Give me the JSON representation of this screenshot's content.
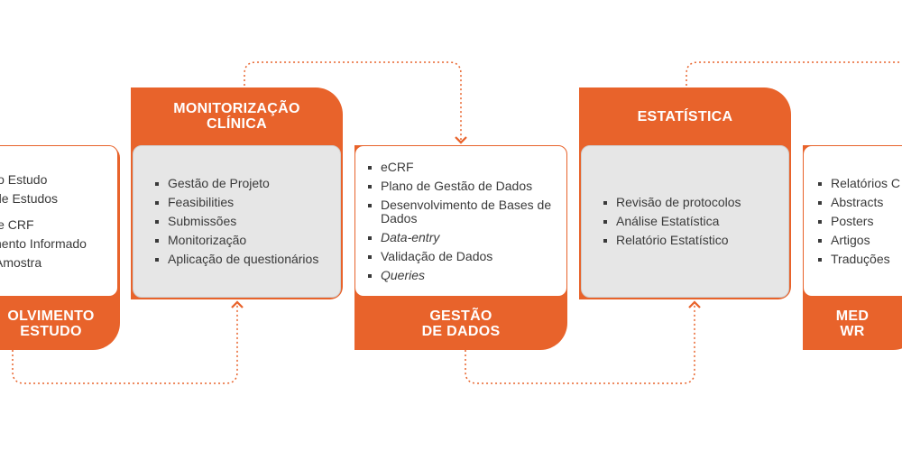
{
  "stages": [
    {
      "id": "desenvolvimento",
      "title_lines": [
        "OLVIMENTO",
        "ESTUDO"
      ],
      "items": [
        {
          "text": "lo Estudo",
          "italic": false
        },
        {
          "text": "de Estudos",
          "italic": false
        },
        {
          "text": "le CRF",
          "italic": false
        },
        {
          "text": "nento Informado",
          "italic": false
        },
        {
          "text": "Amostra",
          "italic": false
        }
      ]
    },
    {
      "id": "monitorizacao",
      "title_lines": [
        "MONITORIZAÇÃO",
        "CLÍNICA"
      ],
      "items": [
        {
          "text": "Gestão de Projeto",
          "italic": false
        },
        {
          "text": "Feasibilities",
          "italic": false
        },
        {
          "text": "Submissões",
          "italic": false
        },
        {
          "text": "Monitorização",
          "italic": false
        },
        {
          "text": "Aplicação de questionários",
          "italic": false
        }
      ]
    },
    {
      "id": "gestao",
      "title_lines": [
        "GESTÃO",
        "DE DADOS"
      ],
      "items": [
        {
          "text": "eCRF",
          "italic": false
        },
        {
          "text": "Plano de Gestão de Dados",
          "italic": false
        },
        {
          "text": "Desenvolvimento de Bases de Dados",
          "italic": false
        },
        {
          "text": "Data-entry",
          "italic": true
        },
        {
          "text": "Validação de Dados",
          "italic": false
        },
        {
          "text": "Queries",
          "italic": true
        }
      ]
    },
    {
      "id": "estatistica",
      "title_lines": [
        "ESTATÍSTICA"
      ],
      "items": [
        {
          "text": "Revisão de protocolos",
          "italic": false
        },
        {
          "text": "Análise Estatística",
          "italic": false
        },
        {
          "text": "Relatório Estatístico",
          "italic": false
        }
      ]
    },
    {
      "id": "medical-writing",
      "title_lines": [
        "MED",
        "WR"
      ],
      "items": [
        {
          "text": "Relatórios C",
          "italic": false
        },
        {
          "text": "Abstracts",
          "italic": false
        },
        {
          "text": "Posters",
          "italic": false
        },
        {
          "text": "Artigos",
          "italic": false
        },
        {
          "text": "Traduções",
          "italic": false
        }
      ]
    }
  ],
  "colors": {
    "accent": "#e8632b",
    "grey_panel": "#e6e6e6",
    "text": "#3a3a3a"
  }
}
